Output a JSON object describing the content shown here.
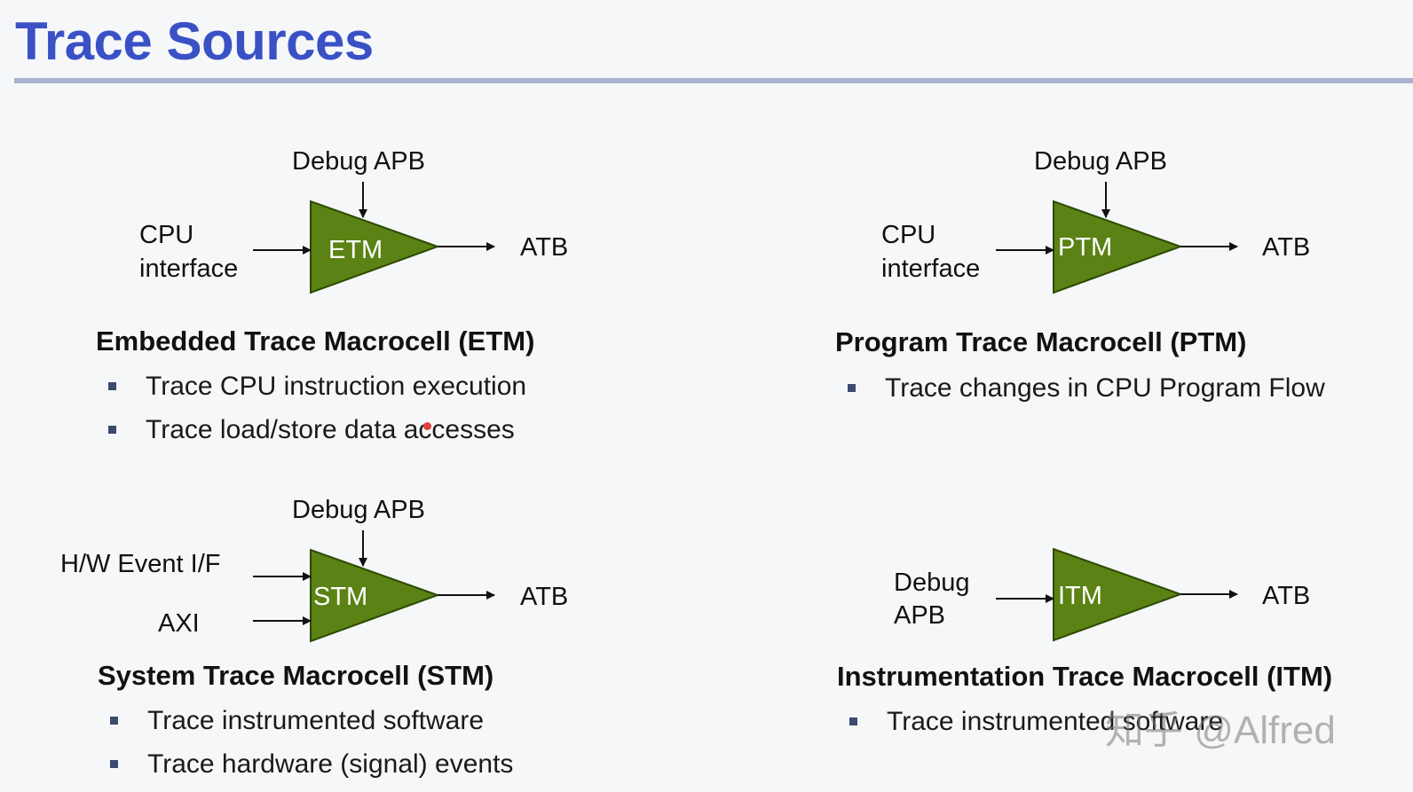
{
  "title": "Trace Sources",
  "colors": {
    "title": "#3a51c6",
    "block_fill": "#5a8214",
    "block_stroke": "#2c4a00",
    "rule": "#a9b3cf"
  },
  "etm": {
    "block": "ETM",
    "top_input": "Debug APB",
    "left_input_line1": "CPU",
    "left_input_line2": "interface",
    "output": "ATB",
    "heading": "Embedded Trace Macrocell (ETM)",
    "bullets": [
      "Trace CPU instruction execution",
      "Trace load/store data accesses"
    ]
  },
  "ptm": {
    "block": "PTM",
    "top_input": "Debug APB",
    "left_input_line1": "CPU",
    "left_input_line2": "interface",
    "output": "ATB",
    "heading": "Program Trace Macrocell (PTM)",
    "bullets": [
      "Trace changes in CPU Program Flow"
    ]
  },
  "stm": {
    "block": "STM",
    "top_input": "Debug APB",
    "left_input_1": "H/W Event I/F",
    "left_input_2": "AXI",
    "output": "ATB",
    "heading": "System Trace Macrocell (STM)",
    "bullets": [
      "Trace instrumented software",
      "Trace hardware (signal) events"
    ]
  },
  "itm": {
    "block": "ITM",
    "left_input_line1": "Debug",
    "left_input_line2": "APB",
    "output": "ATB",
    "heading": "Instrumentation Trace Macrocell (ITM)",
    "bullets": [
      "Trace instrumented software"
    ]
  },
  "watermark": "知乎 @Alfred"
}
